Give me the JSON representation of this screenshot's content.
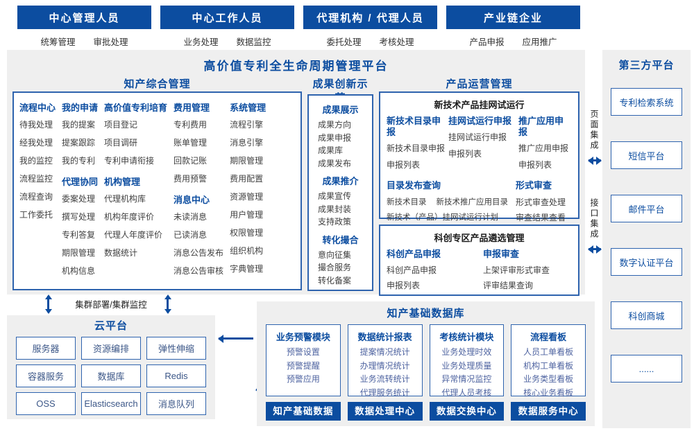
{
  "platform_title": "高价值专利全生命周期管理平台",
  "actors": [
    {
      "name": "中心管理人员",
      "left": "统筹管理",
      "right": "审批处理"
    },
    {
      "name": "中心工作人员",
      "left": "业务处理",
      "right": "数据监控"
    },
    {
      "name": "代理机构 / 代理人员",
      "left": "委托处理",
      "right": "考核处理"
    },
    {
      "name": "产业链企业",
      "left": "产品申报",
      "right": "应用推广"
    }
  ],
  "ip_management": {
    "title": "知产综合管理",
    "col1": {
      "g1": {
        "header": "流程中心",
        "items": [
          "待我处理",
          "经我处理",
          "我的监控",
          "流程监控",
          "流程查询",
          "工作委托"
        ]
      }
    },
    "col2": {
      "g1": {
        "header": "我的申请",
        "items": [
          "我的提案",
          "提案跟踪",
          "我的专利"
        ]
      },
      "g2": {
        "header": "代理协同",
        "items": [
          "委案处理",
          "撰写处理",
          "专利答复",
          "期限管理",
          "机构信息"
        ]
      }
    },
    "col3": {
      "g1": {
        "header": "高价值专利培育",
        "items": [
          "项目登记",
          "项目调研",
          "专利申请衔接"
        ]
      },
      "g2": {
        "header": "机构管理",
        "items": [
          "代理机构库",
          "机构年度评价",
          "代理人年度评价",
          "数据统计"
        ]
      }
    },
    "col4": {
      "g1": {
        "header": "费用管理",
        "items": [
          "专利费用",
          "账单管理",
          "回款记账",
          "费用预警"
        ]
      },
      "g2": {
        "header": "消息中心",
        "items": [
          "未读消息",
          "已读消息",
          "消息公告发布",
          "消息公告审核"
        ]
      }
    },
    "col5": {
      "g1": {
        "header": "系统管理",
        "items": [
          "流程引擎",
          "消息引擎",
          "期限管理",
          "费用配置",
          "资源管理",
          "用户管理",
          "权限管理",
          "组织机构",
          "字典管理"
        ]
      }
    }
  },
  "achievement": {
    "title": "成果创新示范",
    "g1": {
      "header": "成果展示",
      "items": [
        "成果方向",
        "成果申报",
        "成果库",
        "成果发布"
      ]
    },
    "g2": {
      "header": "成果推介",
      "items": [
        "成果宣传",
        "成果封装",
        "支持政策"
      ]
    },
    "g3": {
      "header": "转化撮合",
      "items": [
        "意向征集",
        "撮合服务",
        "转化备案"
      ]
    }
  },
  "product_ops": {
    "title": "产品运营管理",
    "box1": {
      "subtitle": "新技术产品挂网试运行",
      "c1": {
        "header": "新技术目录申报",
        "items": [
          "新技术目录申报",
          "申报列表"
        ]
      },
      "c2": {
        "header": "挂网试运行申报",
        "items": [
          "挂网试运行申报",
          "申报列表"
        ]
      },
      "c3": {
        "header": "推广应用申报",
        "items": [
          "推广应用申报",
          "申报列表"
        ]
      },
      "catalog": {
        "header": "目录发布查询",
        "row1a": "新技术目录",
        "row1b": "新技术推广应用目录",
        "row2": "新技术（产品）挂网试运行计划"
      },
      "review": {
        "header": "形式审查",
        "items": [
          "形式审查处理",
          "审查结果查看"
        ]
      }
    },
    "box2": {
      "subtitle": "科创专区产品遴选管理",
      "c1": {
        "header": "科创产品申报",
        "items": [
          "科创产品申报",
          "申报列表"
        ]
      },
      "c2": {
        "header": "申报审查",
        "items": [
          "上架评审形式审查",
          "评审结果查询"
        ]
      }
    }
  },
  "connectors": {
    "page_integration": "页面集成",
    "api_integration": "接口集成",
    "cluster": "集群部署/集群监控"
  },
  "third_party": {
    "title": "第三方平台",
    "items": [
      "专利检索系统",
      "短信平台",
      "邮件平台",
      "数字认证平台",
      "科创商城",
      "......"
    ]
  },
  "cloud": {
    "title": "云平台",
    "items": [
      "服务器",
      "资源编排",
      "弹性伸缩",
      "容器服务",
      "数据库",
      "Redis",
      "OSS",
      "Elasticsearch",
      "消息队列"
    ]
  },
  "data_platform": {
    "title": "知产基础数据库",
    "cols": [
      {
        "header": "业务预警模块",
        "items": [
          "预警设置",
          "预警提醒",
          "预警应用"
        ],
        "footer": "知产基础数据"
      },
      {
        "header": "数据统计报表",
        "items": [
          "提案情况统计",
          "办理情况统计",
          "业务流转统计",
          "代理服务统计"
        ],
        "footer": "数据处理中心"
      },
      {
        "header": "考核统计模块",
        "items": [
          "业务处理时效",
          "业务处理质量",
          "异常情况监控",
          "代理人员考核"
        ],
        "footer": "数据交换中心"
      },
      {
        "header": "流程看板",
        "items": [
          "人员工单看板",
          "机构工单看板",
          "业务类型看板",
          "核心业务看板"
        ],
        "footer": "数据服务中心"
      }
    ]
  },
  "colors": {
    "primary": "#0c4da0",
    "panel_bg": "#efefef",
    "border": "#2e63ae"
  }
}
